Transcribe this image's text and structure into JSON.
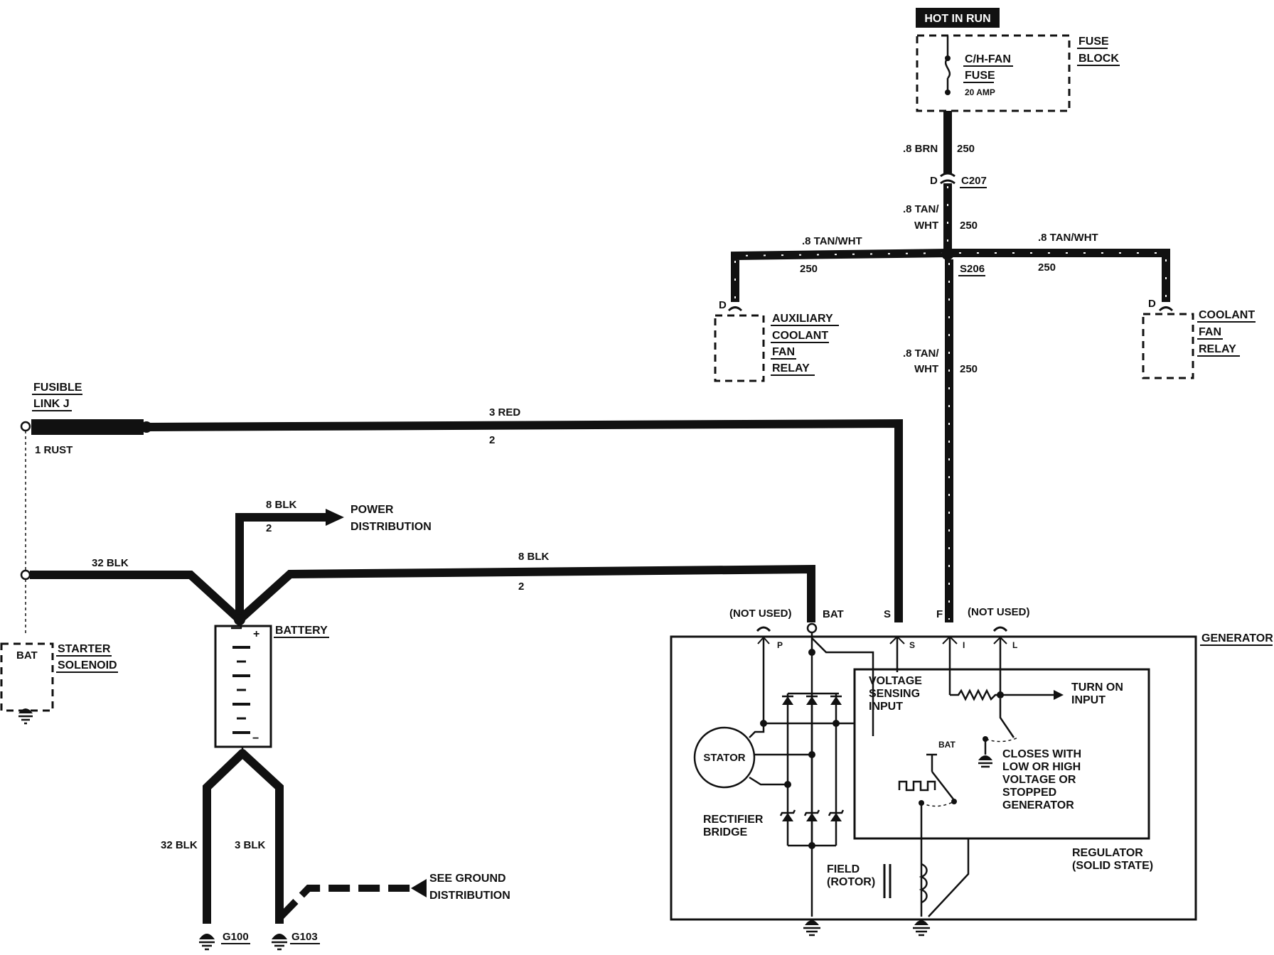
{
  "labels": {
    "hot_in_run": "HOT IN RUN",
    "fuse_block_1": "FUSE",
    "fuse_block_2": "BLOCK",
    "fuse_name_1": "C/H-FAN",
    "fuse_name_2": "FUSE",
    "fuse_amp": "20 AMP",
    "wire_brn": ".8 BRN",
    "circuit_250_a": "250",
    "conn_d_1": "D",
    "conn_c207": "C207",
    "wire_tan_1a": ".8 TAN/",
    "wire_tan_1b": "WHT",
    "circuit_250_b": "250",
    "wire_tanwht_left": ".8 TAN/WHT",
    "circuit_250_left": "250",
    "wire_tanwht_right": ".8 TAN/WHT",
    "circuit_250_right": "250",
    "splice_s206": "S206",
    "conn_d_aux": "D",
    "aux_relay_1": "AUXILIARY",
    "aux_relay_2": "COOLANT",
    "aux_relay_3": "FAN",
    "aux_relay_4": "RELAY",
    "conn_d_cool": "D",
    "cool_relay_1": "COOLANT",
    "cool_relay_2": "FAN",
    "cool_relay_3": "RELAY",
    "wire_tan_2a": ".8 TAN/",
    "wire_tan_2b": "WHT",
    "circuit_250_c": "250",
    "fusible_1": "FUSIBLE",
    "fusible_2": "LINK J",
    "rust": "1 RUST",
    "wire_3red": "3 RED",
    "circuit_2_a": "2",
    "wire_8blk_top": "8 BLK",
    "circuit_2_b": "2",
    "power_dist_1": "POWER",
    "power_dist_2": "DISTRIBUTION",
    "wire_32blk_top": "32 BLK",
    "wire_8blk_mid": "8 BLK",
    "circuit_2_c": "2",
    "not_used_left": "(NOT USED)",
    "term_bat": "BAT",
    "term_s": "S",
    "term_f": "F",
    "not_used_right": "(NOT USED)",
    "generator": "GENERATOR",
    "battery": "BATTERY",
    "sol_bat": "BAT",
    "starter_1": "STARTER",
    "starter_2": "SOLENOID",
    "pin_p": "P",
    "pin_s": "S",
    "pin_i": "I",
    "pin_l": "L",
    "voltage_1": "VOLTAGE",
    "voltage_2": "SENSING",
    "voltage_3": "INPUT",
    "turn_on_1": "TURN ON",
    "turn_on_2": "INPUT",
    "stator": "STATOR",
    "reg_bat": "BAT",
    "closes_1": "CLOSES WITH",
    "closes_2": "LOW OR HIGH",
    "closes_3": "VOLTAGE OR",
    "closes_4": "STOPPED",
    "closes_5": "GENERATOR",
    "rectifier_1": "RECTIFIER",
    "rectifier_2": "BRIDGE",
    "regulator_1": "REGULATOR",
    "regulator_2": "(SOLID STATE)",
    "field_1": "FIELD",
    "field_2": "(ROTOR)",
    "wire_32blk_bottom": "32 BLK",
    "wire_3blk": "3 BLK",
    "see_ground_1": "SEE GROUND",
    "see_ground_2": "DISTRIBUTION",
    "g100": "G100",
    "g103": "G103",
    "plus": "+",
    "minus": "−"
  }
}
